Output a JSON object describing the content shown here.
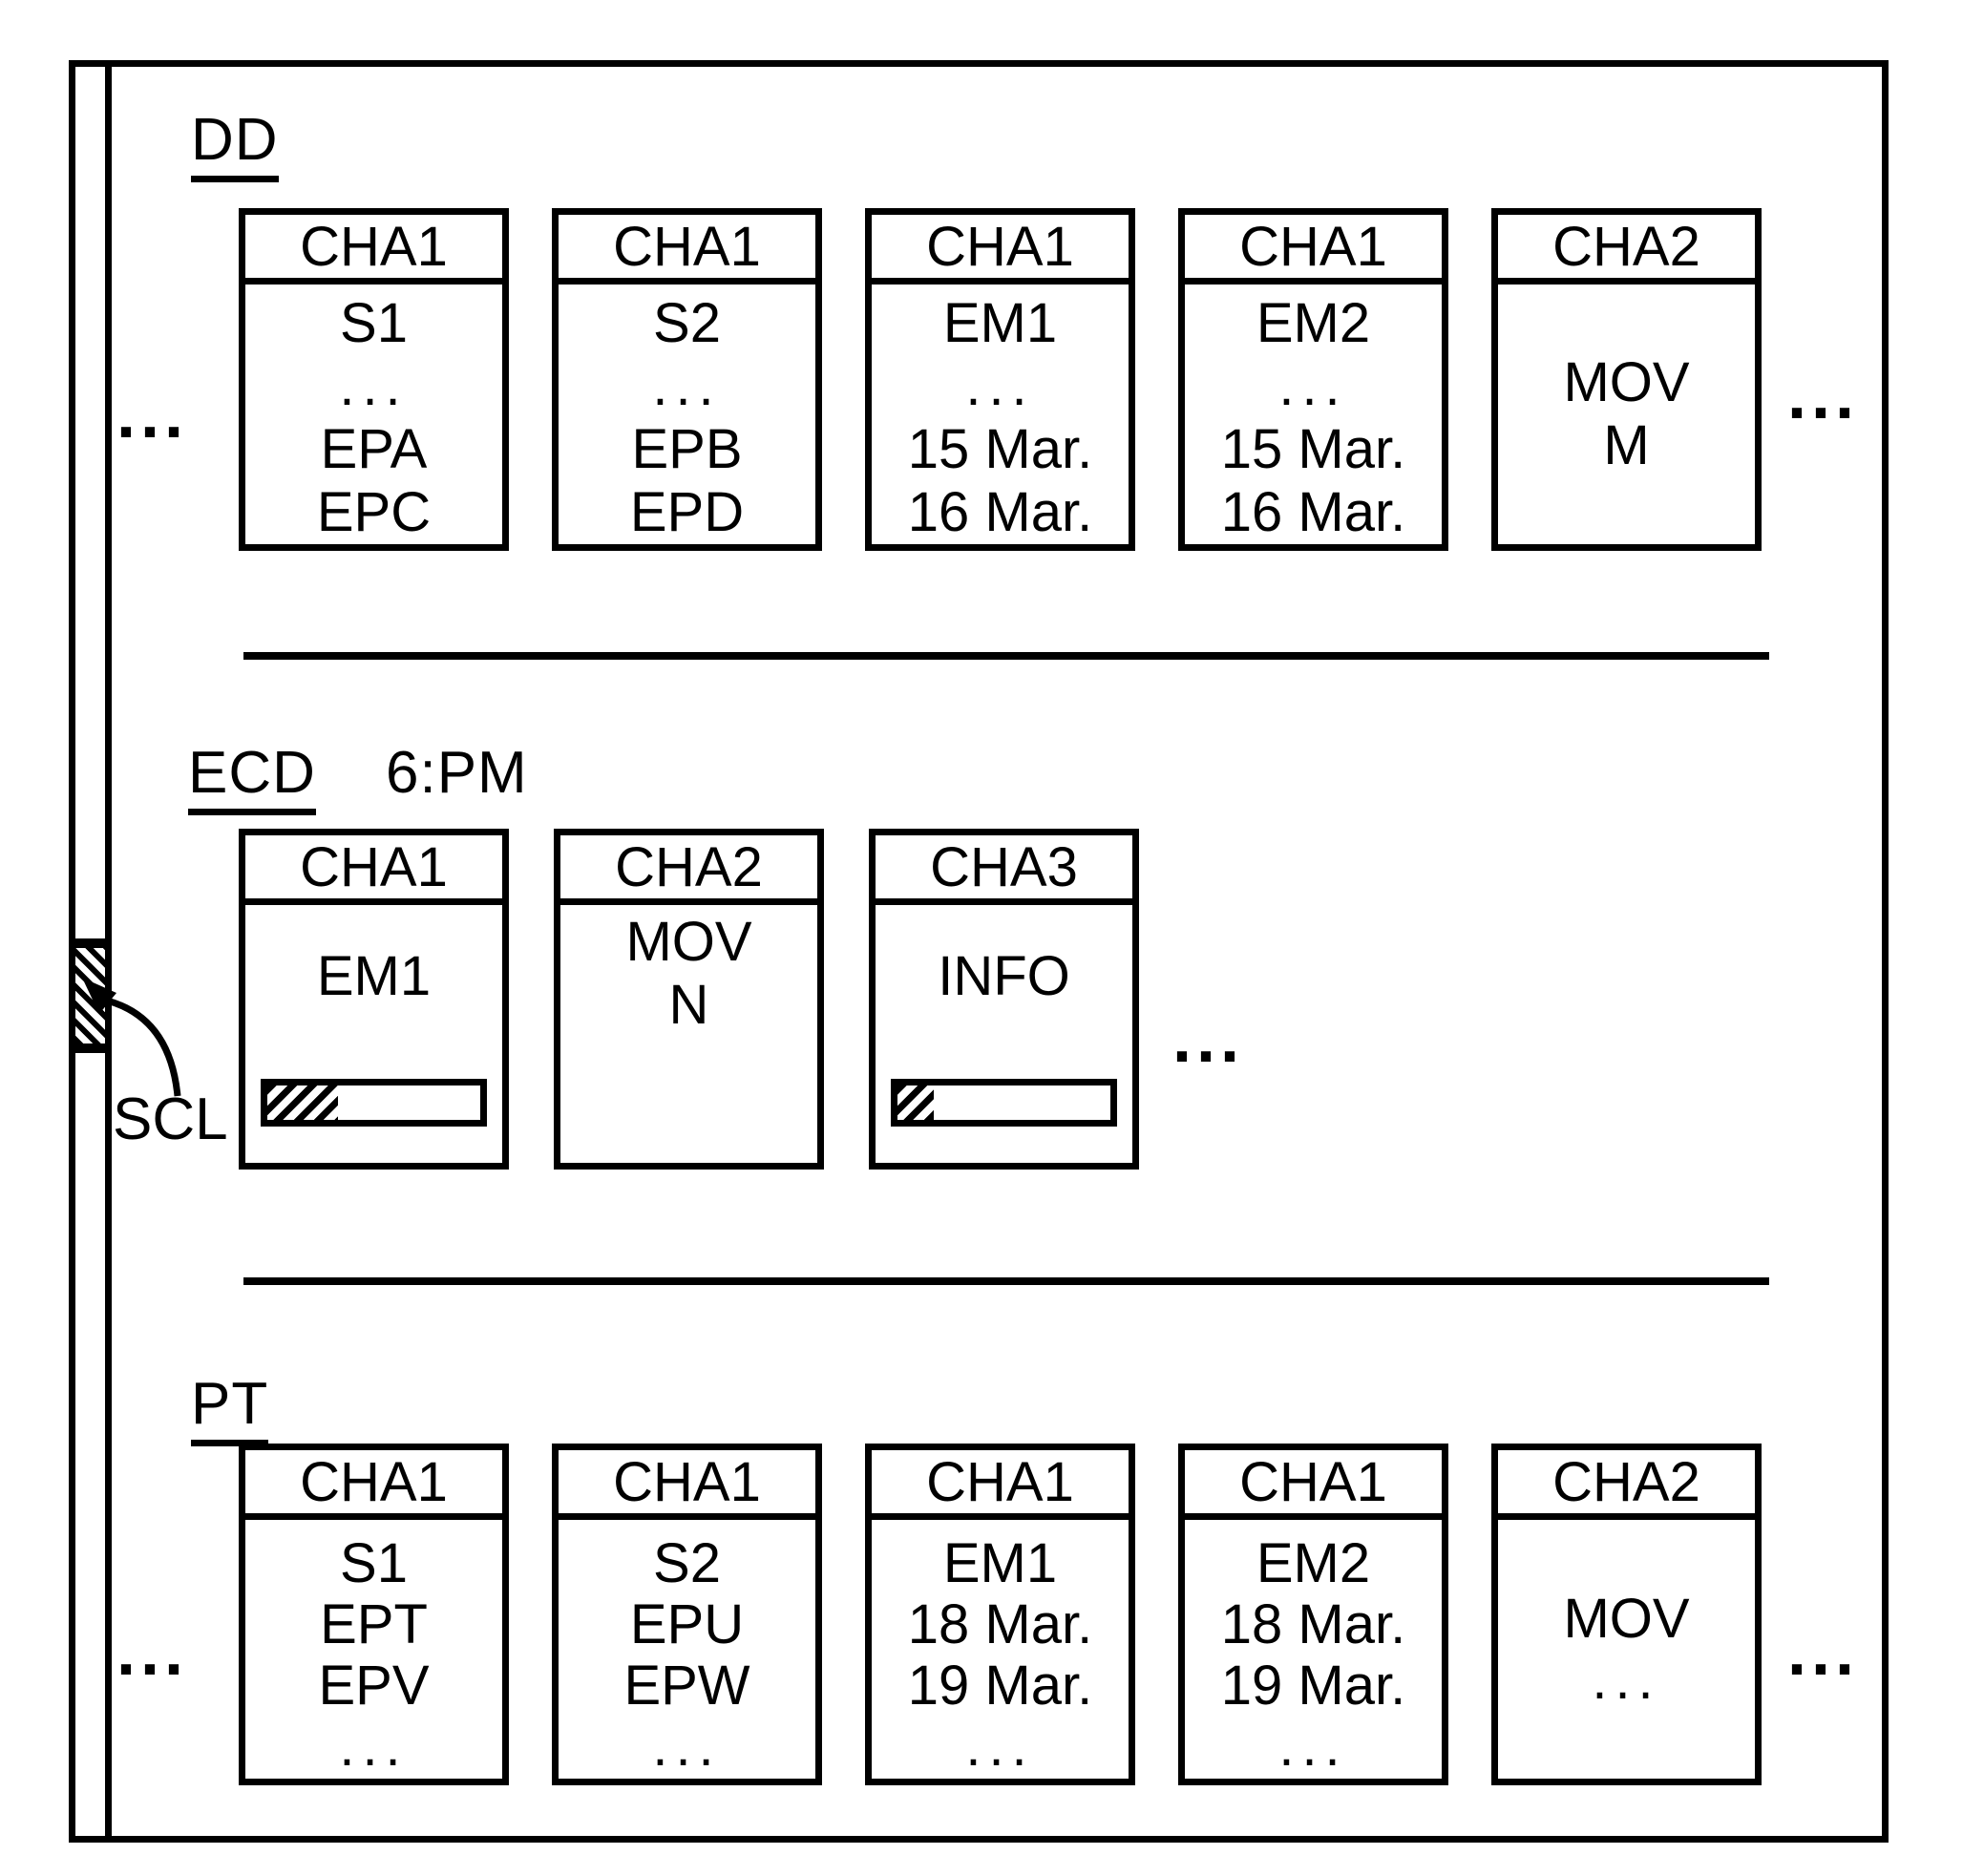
{
  "colors": {
    "ink": "#000000",
    "paper": "#ffffff"
  },
  "scrollbar": {
    "label": "SCL"
  },
  "sections": {
    "dd": {
      "label": "DD",
      "left_ellipsis": "...",
      "right_ellipsis": "...",
      "cards": [
        {
          "header": "CHA1",
          "lines": [
            "S1",
            "...",
            "EPA",
            "EPC"
          ]
        },
        {
          "header": "CHA1",
          "lines": [
            "S2",
            "...",
            "EPB",
            "EPD"
          ]
        },
        {
          "header": "CHA1",
          "lines": [
            "EM1",
            "...",
            "15 Mar.",
            "16 Mar."
          ]
        },
        {
          "header": "CHA1",
          "lines": [
            "EM2",
            "...",
            "15 Mar.",
            "16 Mar."
          ]
        },
        {
          "header": "CHA2",
          "lines": [
            "MOV",
            "M"
          ]
        }
      ]
    },
    "ecd": {
      "label": "ECD",
      "time": "6:PM",
      "right_ellipsis": "...",
      "cards": [
        {
          "header": "CHA1",
          "lines": [
            "EM1"
          ],
          "progress": "33%"
        },
        {
          "header": "CHA2",
          "lines": [
            "MOV",
            "N"
          ]
        },
        {
          "header": "CHA3",
          "lines": [
            "INFO"
          ],
          "progress": "17%"
        }
      ]
    },
    "pt": {
      "label": "PT",
      "left_ellipsis": "...",
      "right_ellipsis": "...",
      "cards": [
        {
          "header": "CHA1",
          "lines": [
            "S1",
            "EPT",
            "EPV",
            "..."
          ]
        },
        {
          "header": "CHA1",
          "lines": [
            "S2",
            "EPU",
            "EPW",
            "..."
          ]
        },
        {
          "header": "CHA1",
          "lines": [
            "EM1",
            "18 Mar.",
            "19 Mar.",
            "..."
          ]
        },
        {
          "header": "CHA1",
          "lines": [
            "EM2",
            "18 Mar.",
            "19 Mar.",
            "..."
          ]
        },
        {
          "header": "CHA2",
          "lines": [
            "MOV",
            "..."
          ]
        }
      ]
    }
  }
}
